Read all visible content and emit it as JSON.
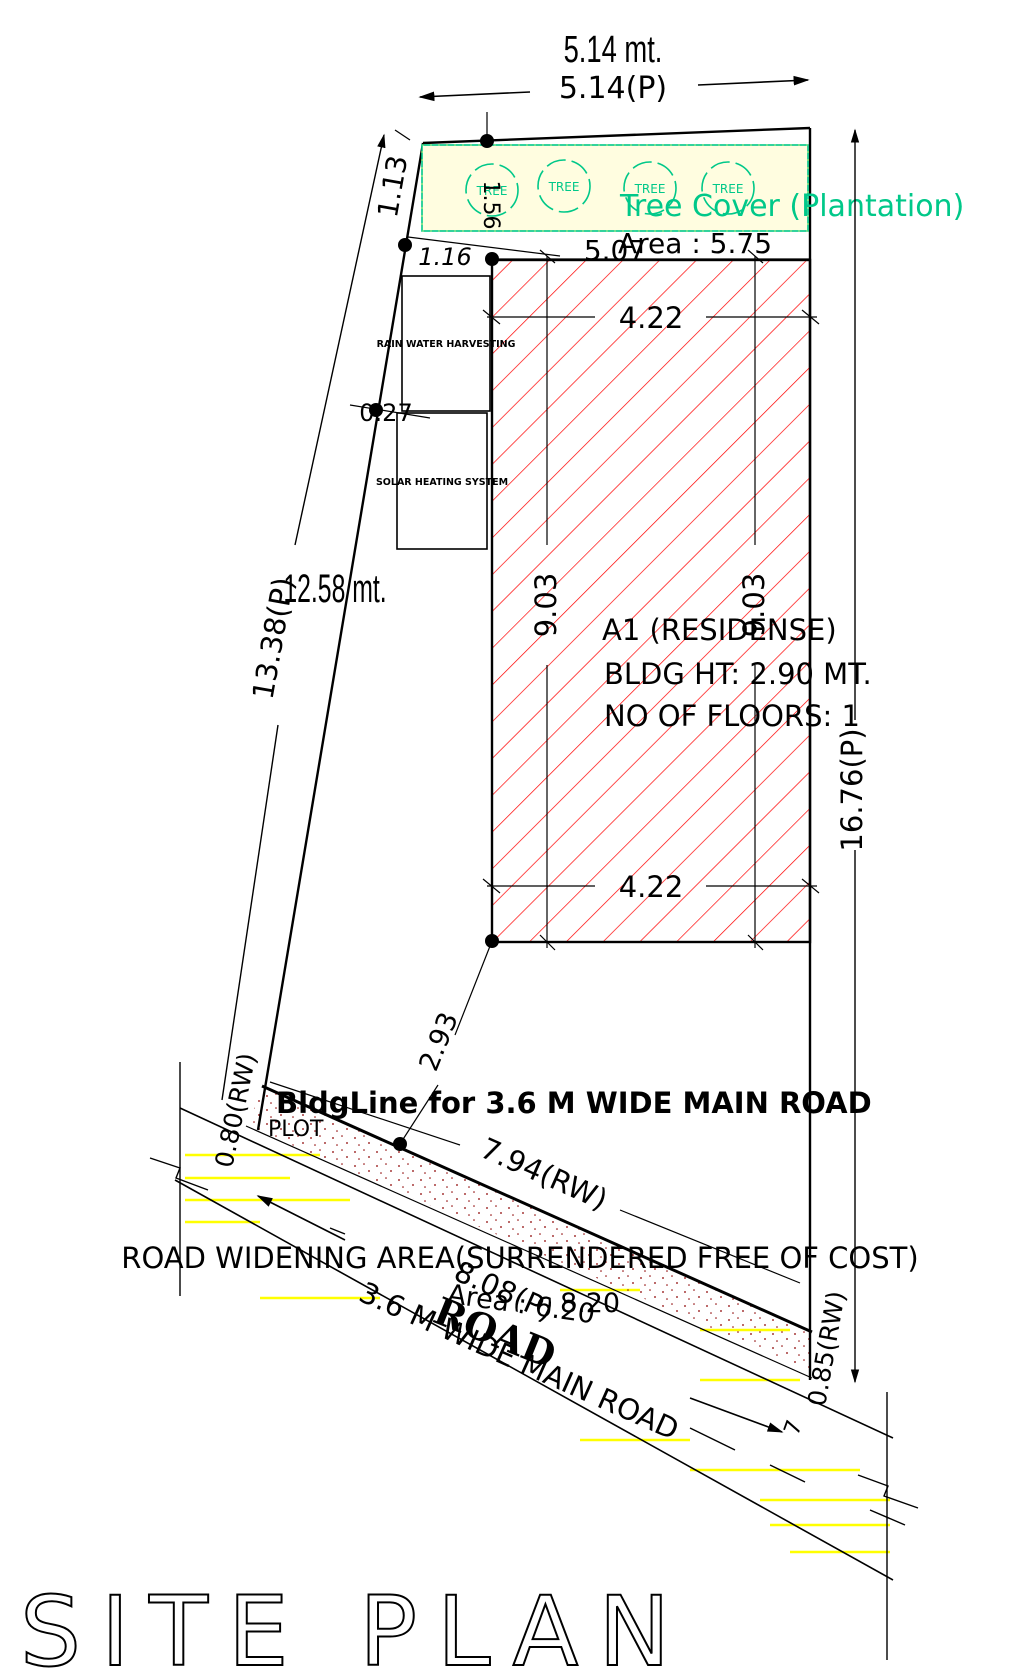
{
  "drawing": {
    "title": "SITE PLAN",
    "colors": {
      "line": "#000000",
      "hatch_red": "#ff0000",
      "tree_green": "#00c889",
      "road_yellow": "#ffff00",
      "soil_dot": "#8b0000"
    },
    "dimensions": {
      "top_mt": "5.14 mt.",
      "top_p": "5.14(P)",
      "left_mt": "12.58 mt.",
      "left_p": "13.38(P)",
      "right_p": "16.76(P)",
      "tree_strip_h": "1.13",
      "tree_strip_v": "1.56",
      "offset_116": "1.16",
      "width_507": "5.07",
      "bldg_top_w": "4.22",
      "bldg_bot_w": "4.22",
      "bldg_h_left": "9.03",
      "bldg_h_right": "9.03",
      "gap_027": "0.27",
      "setback_293": "2.93",
      "rw_left": "0.80(RW)",
      "rw_front": "7.94(RW)",
      "rw_right": "0.85(RW)",
      "front_p": "8.08(P)",
      "front_mt": "8.20"
    },
    "labels": {
      "tree_cover": "Tree Cover (Plantation)",
      "tree_area": "Area : 5.75",
      "tree": "TREE",
      "rwh": "RAIN WATER HARVESTING",
      "solar": "SOLAR HEATING SYSTEM",
      "bldg_name": "A1 (RESIDENSE)",
      "bldg_ht": "BLDG HT: 2.90 MT.",
      "bldg_floors": "NO OF FLOORS: 1",
      "bldg_line": "BldgLine for 3.6 M WIDE MAIN ROAD",
      "plot": "PLOT",
      "road_widening": "ROAD WIDENING AREA(SURRENDERED FREE OF COST)",
      "road_area": "Area : 6.20",
      "road_big": "ROAD",
      "road_name": "3.6 M WIDE MAIN ROAD"
    }
  }
}
